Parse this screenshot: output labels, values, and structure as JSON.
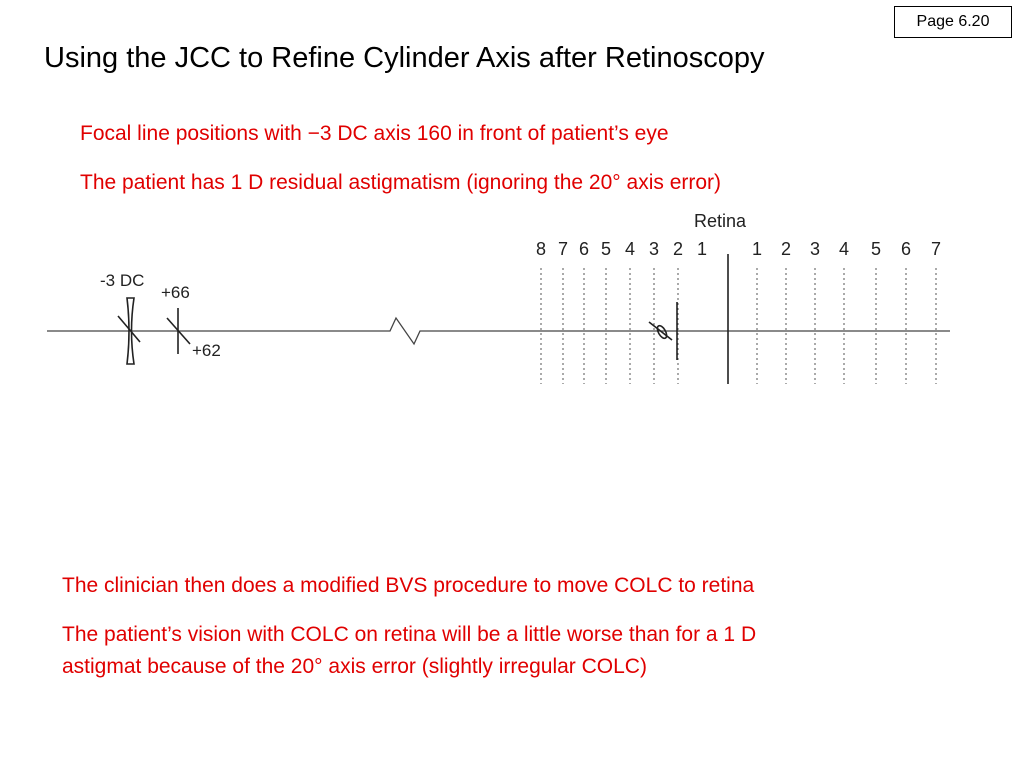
{
  "page_label": "Page 6.20",
  "title": "Using the JCC to Refine Cylinder Axis after Retinoscopy",
  "text_lines": [
    "Focal line positions with −3 DC axis 160 in front of patient’s eye",
    "The patient has 1 D residual astigmatism (ignoring the 20° axis error)",
    "The clinician then does a modified BVS procedure to move COLC to retina",
    "The patient’s vision with COLC on retina will be a little worse than for a 1 D",
    "astigmat because of the 20° axis error (slightly irregular COLC)"
  ],
  "diagram": {
    "retina_label": "Retina",
    "lens_minus_label": "-3 DC",
    "lens_plus_top_label": "+66",
    "lens_plus_bottom_label": "+62",
    "left_scale": [
      "8",
      "7",
      "6",
      "5",
      "4",
      "3",
      "2",
      "1"
    ],
    "right_scale": [
      "1",
      "2",
      "3",
      "4",
      "5",
      "6",
      "7"
    ]
  },
  "colors": {
    "text": "#000000",
    "highlight": "#e00000",
    "diagram": "#222222"
  }
}
